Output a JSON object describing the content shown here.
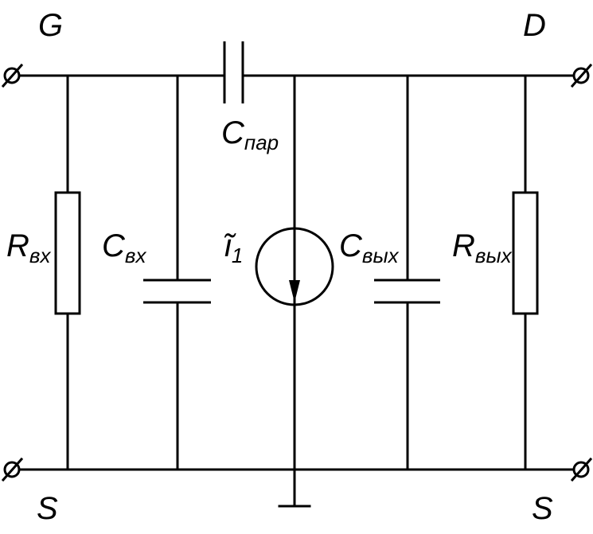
{
  "terminals": {
    "top_left": "G",
    "top_right": "D",
    "bottom_left": "S",
    "bottom_right": "S"
  },
  "components": {
    "r_in": {
      "symbol": "R",
      "subscript": "вх"
    },
    "c_in": {
      "symbol": "C",
      "subscript": "вх"
    },
    "c_par": {
      "symbol": "C",
      "subscript": "пар"
    },
    "source": {
      "symbol": "ĩ",
      "subscript": "1"
    },
    "c_out": {
      "symbol": "C",
      "subscript": "вых"
    },
    "r_out": {
      "symbol": "R",
      "subscript": "вых"
    }
  },
  "colors": {
    "line": "#000000",
    "background": "#ffffff"
  }
}
